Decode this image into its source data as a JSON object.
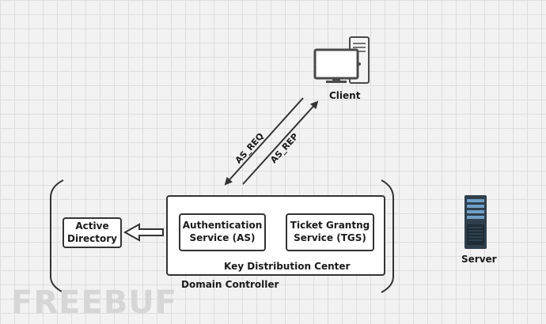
{
  "nodes": {
    "client": {
      "label": "Client"
    },
    "server": {
      "label": "Server"
    },
    "active_directory": {
      "line1": "Active",
      "line2": "Directory"
    },
    "authentication_service": {
      "line1": "Authentication",
      "line2": "Service (AS)"
    },
    "ticket_granting_service": {
      "line1": "Ticket Grantng",
      "line2": "Service (TGS)"
    },
    "kdc": {
      "label": "Key Distribution Center"
    },
    "domain_controller": {
      "label": "Domain Controller"
    }
  },
  "edges": {
    "as_req": {
      "label": "AS_REQ",
      "from": "client",
      "to": "kdc"
    },
    "as_rep": {
      "label": "AS_REP",
      "from": "kdc",
      "to": "client"
    },
    "kdc_to_ad": {
      "from": "kdc",
      "to": "active_directory"
    }
  },
  "watermark": {
    "text": "FREEBUF"
  },
  "colors": {
    "line": "#333333",
    "box_fill": "#ffffff",
    "grid_bg": "#f2f2f2",
    "server": "#2f3f4c",
    "monitor": "#4a4a4a"
  }
}
